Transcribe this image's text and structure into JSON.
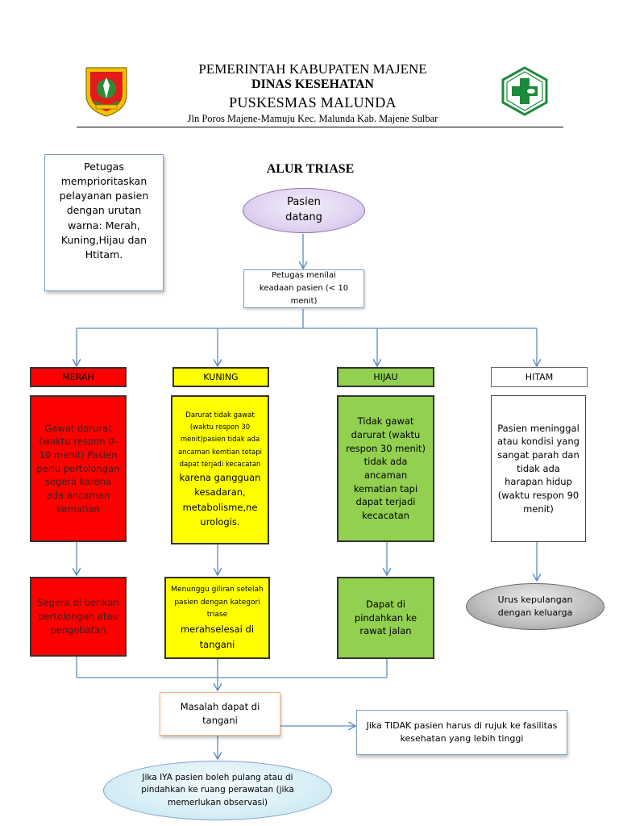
{
  "header": {
    "line1": "PEMERINTAH KABUPATEN MAJENE",
    "line2": "DINAS KESEHATAN",
    "line3": "PUSKESMAS MALUNDA",
    "address": "Jln Poros Majene-Mamuju Kec. Malunda Kab. Majene Sulbar",
    "logo_left_icon": "majene-regency-emblem-icon",
    "logo_right_icon": "puskesmas-green-cross-icon"
  },
  "note": "Petugas memprioritaskan pelayanan pasien dengan urutan warna: Merah, Kuning,Hijau dan Htitam.",
  "title": "ALUR TRIASE",
  "start": "Pasien datang",
  "assess": "Petugas menilai keadaan pasien (< 10 menit)",
  "categories": [
    {
      "label": "MERAH",
      "color": "#ff0000",
      "description": "Gawat darurat (waktu respon 0-10 menit) Pasien perlu pertolongan segera karena ada ancaman kematian",
      "action": "Segera di berikan pertolongan atau pengobatan"
    },
    {
      "label": "KUNING",
      "color": "#ffff00",
      "description_small": "Darurat tidak gawat (waktu respon 30 menit)pasien tidak ada ancaman kemtian tetapi dapat terjadi kecacatan",
      "description_large": "karena gangguan kesadaran, metabolisme,ne urologis.",
      "action_small": "Menunggu giliran setelah pasien dengan kategori triase",
      "action_large": "merahselesai di tangani"
    },
    {
      "label": "HIJAU",
      "color": "#92d050",
      "description": "Tidak gawat darurat (waktu respon 30 menit) tidak ada ancaman kematian tapi dapat terjadi kecacatan",
      "action": "Dapat di pindahkan ke rawat jalan"
    },
    {
      "label": "HITAM",
      "color": "#ffffff",
      "description": "Pasien meninggal atau kondisi yang sangat parah dan tidak ada harapan hidup (waktu respon 90 menit)",
      "action": "Urus kepulangan dengan keluarga"
    }
  ],
  "solved": "Masalah dapat di tangani",
  "refer": "Jika TIDAK pasien harus di rujuk ke fasilitas kesehatan yang lebih tinggi",
  "end": "Jika IYA pasien boleh pulang atau di pindahkan ke ruang perawatan (jika memerlukan observasi)",
  "line_color": "#5b8cc0"
}
